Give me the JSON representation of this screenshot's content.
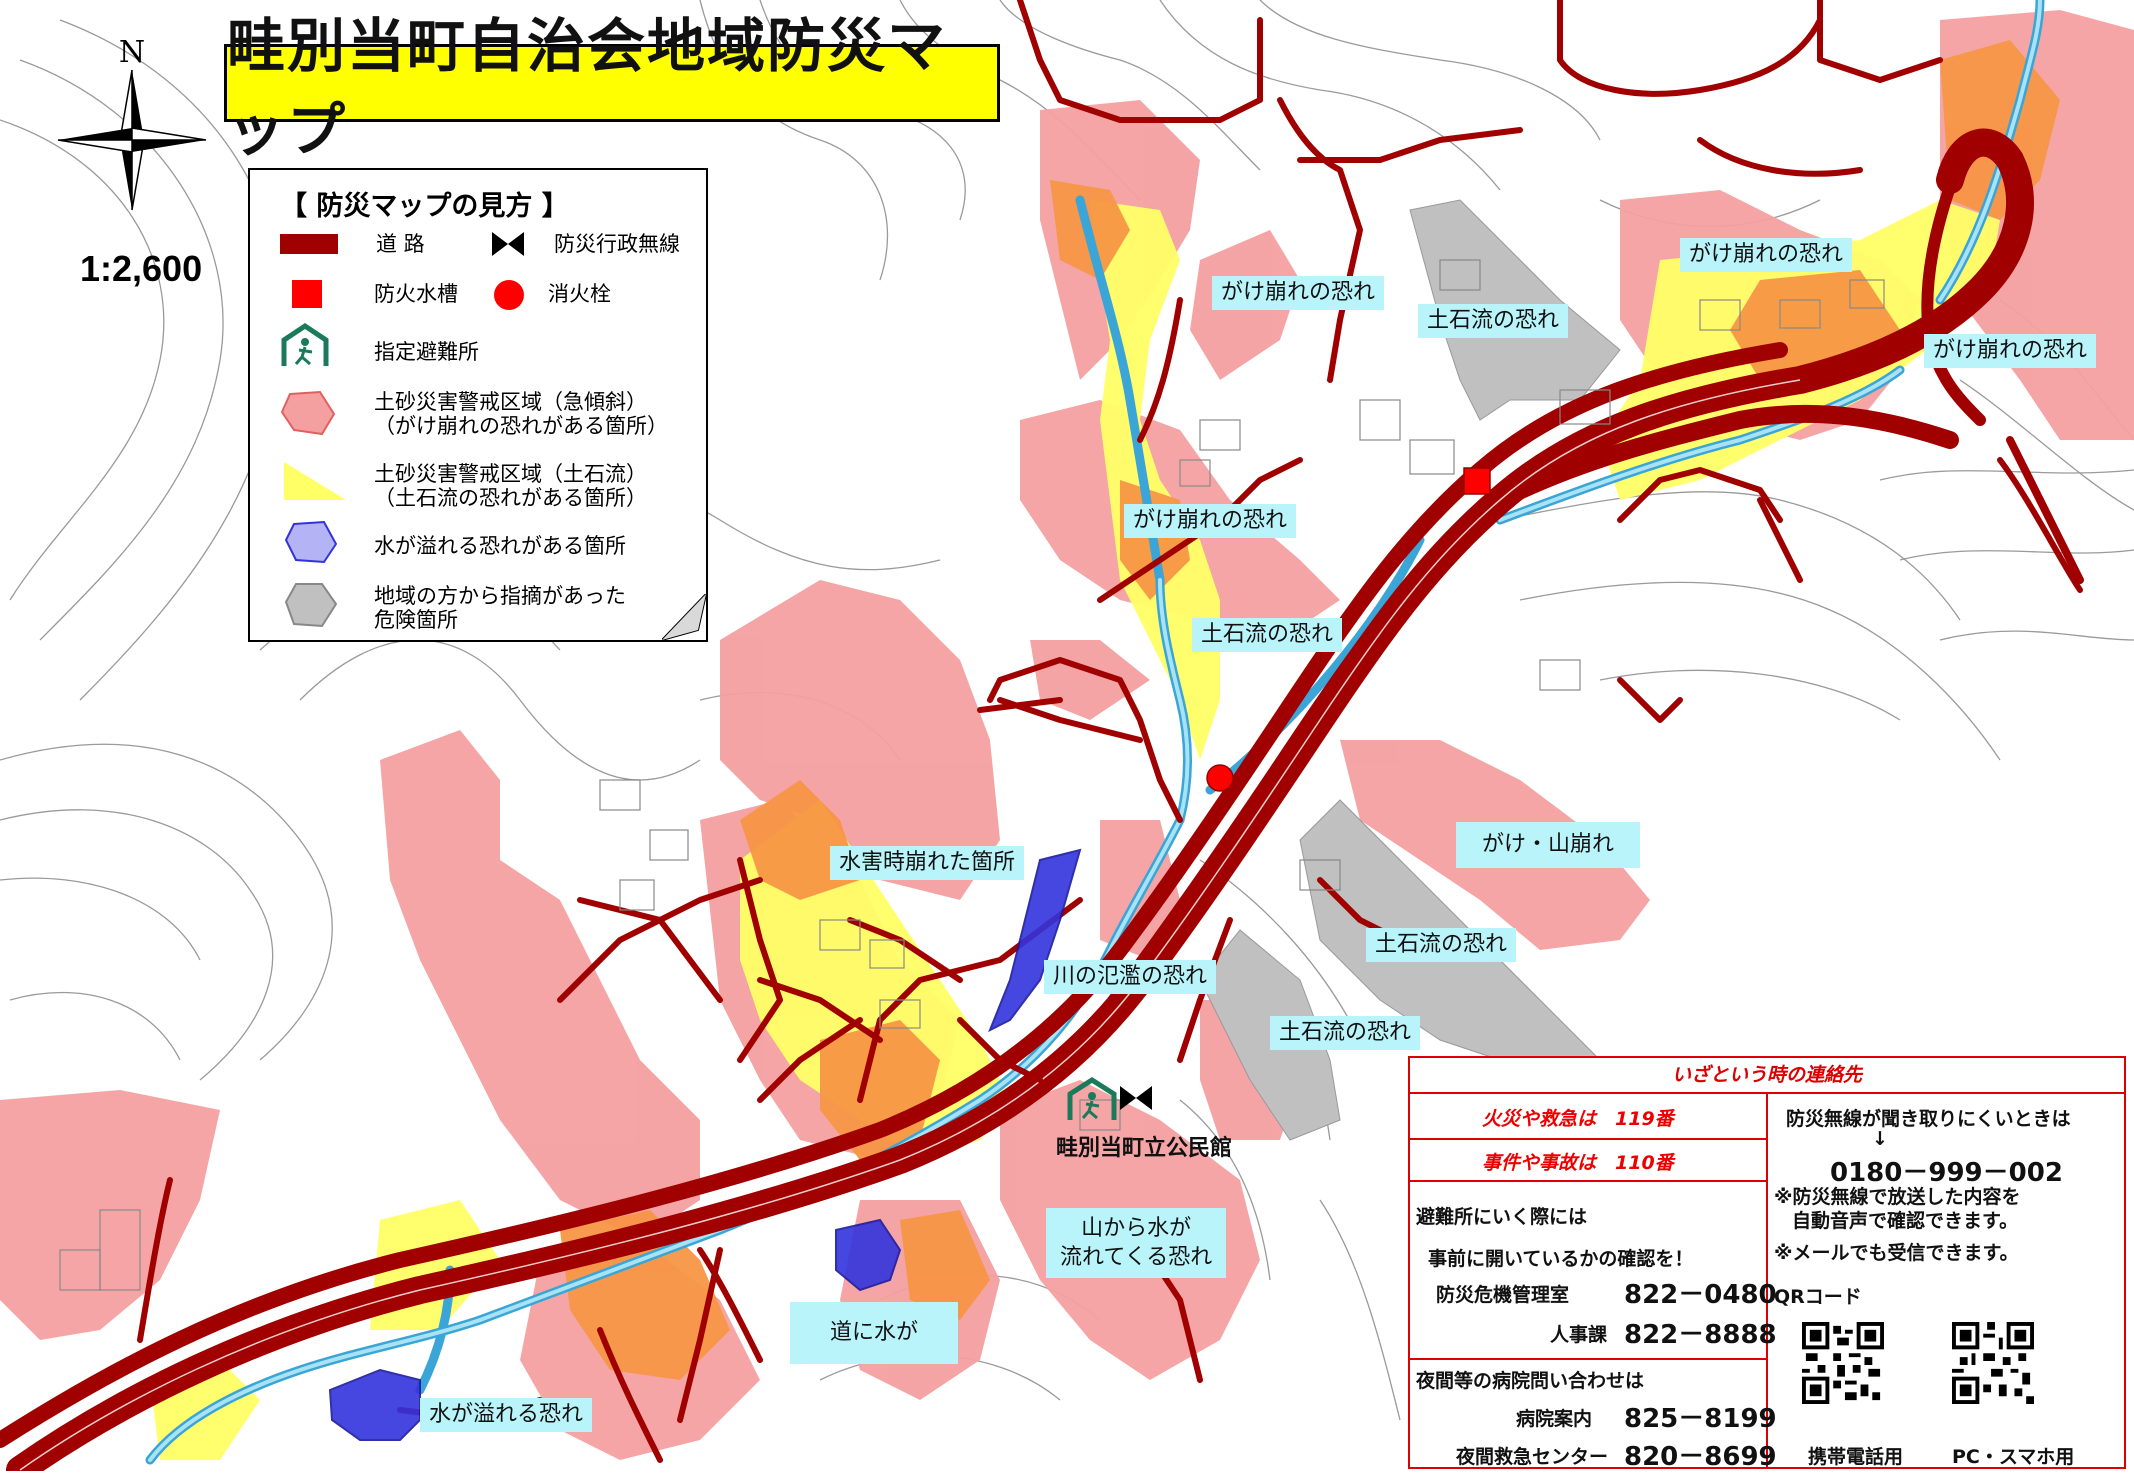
{
  "title": "畦別当町自治会地域防災マップ",
  "compass": {
    "north": "N"
  },
  "scale": "1:2,600",
  "legend": {
    "title": "【 防災マップの見方 】",
    "items": [
      {
        "label": "道 路"
      },
      {
        "label": "防災行政無線"
      },
      {
        "label": "防火水槽"
      },
      {
        "label": "消火栓"
      },
      {
        "label": "指定避難所"
      },
      {
        "label": "土砂災害警戒区域（急傾斜）",
        "sub": "（がけ崩れの恐れがある箇所）"
      },
      {
        "label": "土砂災害警戒区域（土石流）",
        "sub": "（土石流の恐れがある箇所）"
      },
      {
        "label": "水が溢れる恐れがある箇所"
      },
      {
        "label": "地域の方から指摘があった",
        "sub": "危険箇所"
      }
    ]
  },
  "map_labels": [
    "がけ崩れの恐れ",
    "土石流の恐れ",
    "がけ崩れの恐れ",
    "がけ崩れの恐れ",
    "がけ崩れの恐れ",
    "土石流の恐れ",
    "水害時崩れた箇所",
    "がけ・山崩れ",
    "川の氾濫の恐れ",
    "土石流の恐れ",
    "土石流の恐れ",
    "山から水が",
    "流れてくる恐れ",
    "道に水が",
    "水が溢れる恐れ"
  ],
  "shelter": {
    "name": "畦別当町立公民館"
  },
  "contact": {
    "heading": "いざという時の連絡先",
    "fire": "火災や救急は　119番",
    "police": "事件や事故は　110番",
    "shelter_note_1": "避難所にいく際には",
    "shelter_note_2": "事前に開いているかの確認を！",
    "crisis_office": "防災危機管理室",
    "crisis_number": "822－0480",
    "hr_office": "人事課",
    "hr_number": "822－8888",
    "night_note": "夜間等の病院問い合わせは",
    "hospital_info": "病院案内",
    "hospital_number": "825－8199",
    "night_emergency": "夜間救急センター",
    "night_number": "820－8699",
    "radio_note": "防災無線が聞き取りにくいときは",
    "arrow": "↓",
    "radio_number": "0180－999－002",
    "radio_desc_1": "※防災無線で放送した内容を",
    "radio_desc_2": "自動音声で確認できます。",
    "mail_note": "※メールでも受信できます。",
    "qr_label": "QRコード",
    "qr_mobile": "携帯電話用",
    "qr_pc": "PC・スマホ用"
  },
  "colors": {
    "road": "#a00000",
    "cliff_zone": "#f4a0a0",
    "debris_zone": "#ffff66",
    "overlap_zone": "#f79646",
    "flood_zone": "#3333dd",
    "resident_hazard": "#c0c0c0",
    "river": "#66ccee",
    "label_bg": "#b9f4fb",
    "shelter": "#1a7a5a"
  }
}
